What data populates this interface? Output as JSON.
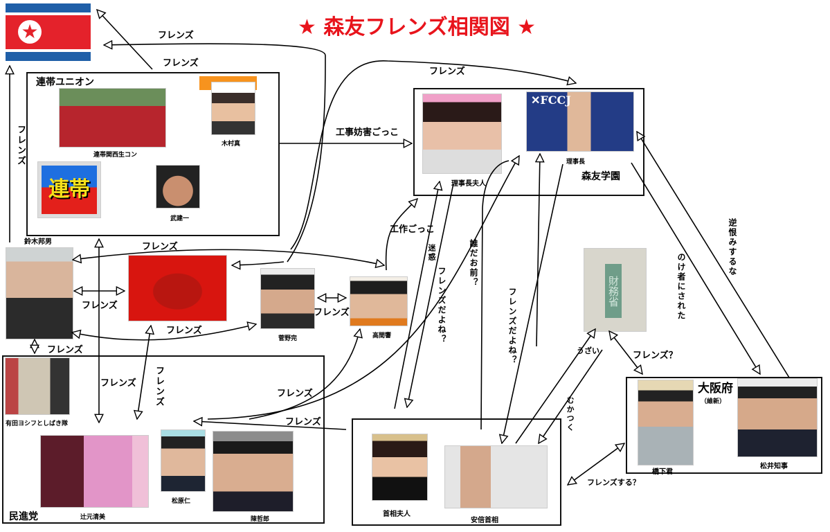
{
  "title": "★ 森友フレンズ相関図 ★",
  "groups": {
    "rentai": {
      "name": "連帯ユニオン",
      "members": [
        "連帯関西生コン",
        "木村真",
        "武建一"
      ]
    },
    "minshin": {
      "name": "民進党",
      "members": [
        "有田ヨシフとしばき隊",
        "辻元清美",
        "松原仁",
        "陳哲郎"
      ]
    },
    "moritomo": {
      "name": "森友学園",
      "members": [
        "理事長夫人",
        "理事長"
      ]
    },
    "kantei": {
      "members": [
        "首相夫人",
        "安倍首相"
      ]
    },
    "osaka": {
      "name": "大阪府",
      "sub": "（維新）",
      "members": [
        "橋下君",
        "松井知事"
      ]
    }
  },
  "people": {
    "suzuki": "鈴木邦男",
    "sugano": "菅野完",
    "takama": "高間響"
  },
  "logo_text": "連帯",
  "edges": {
    "e1": "フレンズ",
    "e2": "フレンズ",
    "e3": "フレンズ",
    "e4": "工事妨害ごっこ",
    "e5": "フレンズ",
    "e6": "フレンズ",
    "e7": "フレンズ",
    "e8": "フレンズ",
    "e9": "フレンズ",
    "e10": "フレンズ",
    "e11": "フレンズ",
    "e12": "フレンズ",
    "e13": "フレンズ",
    "e14": "フレンズ",
    "e15": "工作ごっこ",
    "e16": "迷惑",
    "e17": "フレンズだよね？",
    "e18": "誰だお前？",
    "e19": "フレンズだよね？",
    "e20": "うざい",
    "e21": "むかつく",
    "e22": "フレンズ？",
    "e23": "のけ者にされた",
    "e24": "逆恨みするな",
    "e25": "フレンズする？"
  },
  "colors": {
    "title": "#e8141c",
    "flag_blue": "#1f5fa8",
    "flag_red": "#e4222b"
  }
}
